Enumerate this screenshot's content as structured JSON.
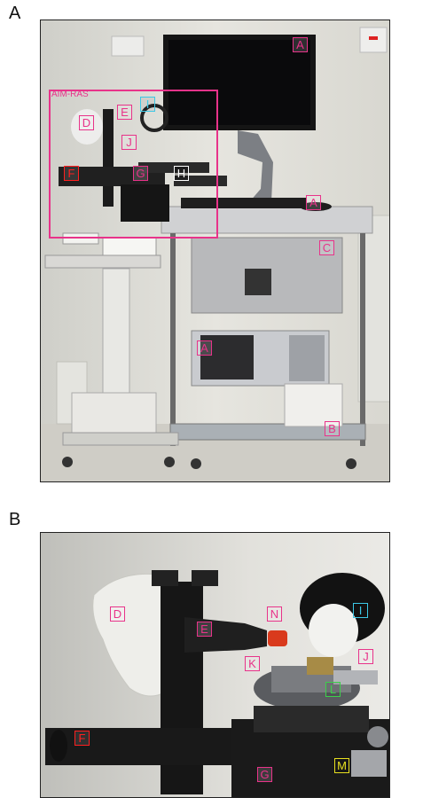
{
  "panels": {
    "a": {
      "letter": "A"
    },
    "b": {
      "letter": "B"
    }
  },
  "panel_a": {
    "region_label": "AIM-RAS",
    "tags": {
      "a_monitor": "A",
      "i": "I",
      "e": "E",
      "d": "D",
      "j": "J",
      "f": "F",
      "g": "G",
      "h": "H",
      "a_mouse": "A",
      "c": "C",
      "a_pc": "A",
      "b": "B"
    }
  },
  "panel_b": {
    "tags": {
      "d": "D",
      "e": "E",
      "n": "N",
      "i": "I",
      "j": "J",
      "k": "K",
      "l": "L",
      "f": "F",
      "g": "G",
      "m": "M"
    }
  },
  "colors": {
    "pink": "#e8338a",
    "red": "#ff2020",
    "cyan": "#3cc8e6",
    "green": "#3cd04a",
    "yellow": "#e8e020"
  }
}
